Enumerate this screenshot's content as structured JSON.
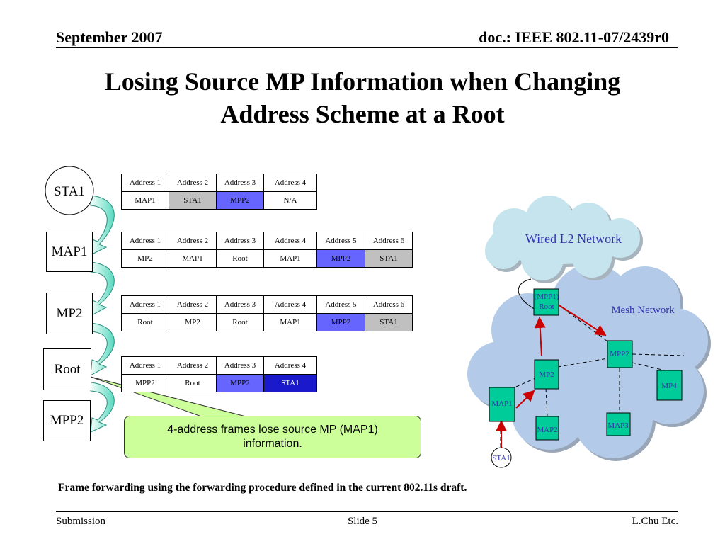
{
  "header": {
    "date": "September 2007",
    "doc": "doc.: IEEE 802.11-07/2439r0"
  },
  "title": {
    "line1": "Losing Source MP Information when Changing",
    "line2": "Address Scheme at a Root"
  },
  "nodes": [
    "STA1",
    "MAP1",
    "MP2",
    "Root",
    "MPP2"
  ],
  "tables": [
    {
      "headers": [
        "Address 1",
        "Address 2",
        "Address 3",
        "Address 4"
      ],
      "values": [
        "MAP1",
        "STA1",
        "MPP2",
        "N/A"
      ]
    },
    {
      "headers": [
        "Address 1",
        "Address 2",
        "Address 3",
        "Address 4",
        "Address 5",
        "Address 6"
      ],
      "values": [
        "MP2",
        "MAP1",
        "Root",
        "MAP1",
        "MPP2",
        "STA1"
      ]
    },
    {
      "headers": [
        "Address 1",
        "Address 2",
        "Address 3",
        "Address 4",
        "Address 5",
        "Address 6"
      ],
      "values": [
        "Root",
        "MP2",
        "Root",
        "MAP1",
        "MPP2",
        "STA1"
      ]
    },
    {
      "headers": [
        "Address 1",
        "Address 2",
        "Address 3",
        "Address 4"
      ],
      "values": [
        "MPP2",
        "Root",
        "MPP2",
        "STA1"
      ]
    }
  ],
  "callout": {
    "text": "4-address frames lose source MP (MAP1) information."
  },
  "diagram": {
    "wired_label": "Wired L2 Network",
    "mesh_label": "Mesh Network",
    "mpp1_line1": "(MPP1)",
    "mpp1_line2": "Root",
    "mp2": "MP2",
    "mpp2": "MPP2",
    "mp4": "MP4",
    "map1": "MAP1",
    "map2": "MAP2",
    "map3": "MAP3",
    "sta1": "STA1"
  },
  "caption": "Frame forwarding using the forwarding procedure defined in the current 802.11s draft.",
  "footer": {
    "left": "Submission",
    "center": "Slide 5",
    "right": "L.Chu Etc."
  },
  "colors": {
    "highlight_gray": "#c0c0c0",
    "highlight_blue": "#6666ff",
    "highlight_dark_blue": "#1a1acc",
    "node_green": "#00cc99",
    "cloud": "#b3cbe8",
    "wired_cloud": "#c6e4ee",
    "callout": "#ccff99",
    "arrow": "#66e0c8"
  }
}
